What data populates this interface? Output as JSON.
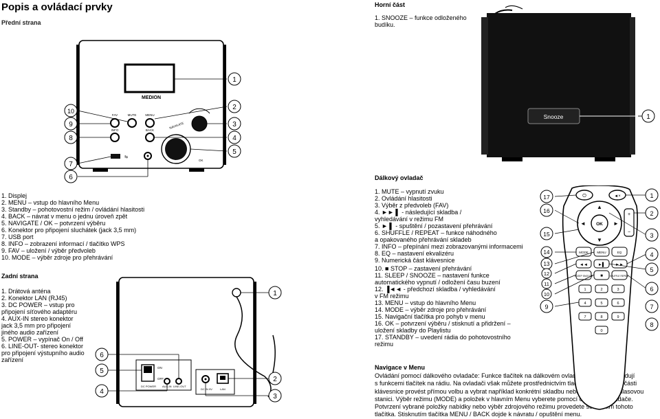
{
  "left": {
    "title": "Popis a ovládací prvky",
    "front_heading": "Přední strana",
    "front_items": [
      "1. Displej",
      "2. MENU – vstup do hlavního Menu",
      "3. Standby – pohotovostní režim / ovládání hlasitosti",
      "4. BACK – návrat v menu o jednu úroveň zpět",
      "5. NAVIGATE / OK – potvrzení výběru",
      "6. Konektor pro připojení sluchátek (jack 3,5 mm)",
      "7. USB port",
      "8. INFO – zobrazení informací / tlačítko WPS",
      "9. FAV – uložení / výběr předvoleb",
      "10. MODE – výběr zdroje pro přehrávání"
    ],
    "rear_heading": "Zadní strana",
    "rear_items": [
      "1. Drátová anténa",
      "2. Konektor LAN (RJ45)",
      "3. DC POWER – vstup pro",
      "připojení síťového adaptéru",
      "4. AUX-IN stereo konektor",
      "jack 3,5 mm pro připojení",
      "jiného audio zařízení",
      "5. POWER – vypínač On / Off",
      "6. LINE-OUT- stereo konektor",
      "pro připojení výstupního audio",
      "zařízení"
    ]
  },
  "right": {
    "top_heading": "Horní část",
    "top_items": [
      "1. SNOOZE – funkce odloženého",
      "budíku."
    ],
    "remote_heading": "Dálkový ovladač",
    "remote_items": [
      "1. MUTE – vypnutí zvuku",
      "2. Ovládání hlasitosti",
      "3. Výběr z předvoleb (FAV)",
      "4. ►► ▌ - následující skladba /",
      "vyhledávání v režimu FM",
      "5. ► ▌ - spuštění / pozastavení přehrávání",
      "6. SHUFFLE / REPEAT – funkce náhodného",
      "a opakovaného přehrávání skladeb",
      "7. INFO – přepínání mezi zobrazovanými informacemi",
      "8. EQ – nastavení ekvalizéru",
      "9. Numerická část klávesnice",
      "10. ■ STOP – zastavení přehrávání",
      "11. SLEEP / SNOOZE – nastavení funkce",
      "automatického vypnutí / odložení času buzení",
      "12. ▐◄◄ - předchozí skladba / vyhledávání",
      "v FM režimu",
      "13. MENU – vstup do hlavního Menu",
      "14. MODE – výběr zdroje pro přehrávání",
      "15. Navigační tlačítka pro pohyb v menu",
      "16. OK – potvrzení výběru / stisknutí a přidržení –",
      "uložení skladby do Playlistu",
      "17. STANDBY – uvedení rádia do pohotovostního",
      "režimu"
    ],
    "nav_heading": "Navigace v Menu",
    "nav_lines": [
      "Ovládání pomocí dálkového ovladače: Funkce tlačítek na dálkovém ovladači plně korespondují",
      "s funkcemi tlačítek na rádiu. Na ovladači však můžete prostřednictvím tlačítek v numerické části",
      "klávesnice provést přímou volbu a vybrat například konkrétní skladbu nebo oblíbenou rozhlasovou",
      "stanici. Výběr režimu (MODE) a položek v hlavním Menu vyberete pomocí otočného ovladače.",
      "Potvrzení vybrané položky nabídky nebo výběr zdrojového režimu provedete stisknutím tohoto",
      "tlačítka. Stisknutím tlačítka MENU / BACK dojde k návratu / opuštění menu."
    ]
  },
  "figures": {
    "front": {
      "brand": "MEDION",
      "buttons": [
        "FAV",
        "MUTE",
        "MENU",
        "INFO",
        "BACK",
        "NAVIGATE",
        "OK"
      ],
      "callouts": [
        "1",
        "2",
        "3",
        "4",
        "5",
        "6",
        "7",
        "8",
        "9",
        "10"
      ]
    },
    "top": {
      "button": "Snooze",
      "callouts": [
        "1"
      ]
    },
    "rear": {
      "labels": [
        "ON",
        "OFF",
        "DC POWER",
        "AUX-IN",
        "LINE-OUT",
        "DC IN 9V",
        "LAN"
      ],
      "callouts": [
        "1",
        "2",
        "3",
        "4",
        "5",
        "6"
      ]
    },
    "remote": {
      "buttons": [
        "OK",
        "MODE",
        "MENU",
        "EQ",
        "SLEEP SNOOZE",
        "SHUFFLE REPEAT",
        "1",
        "2",
        "3",
        "4",
        "5",
        "6",
        "7",
        "8",
        "9",
        "0"
      ],
      "callouts": [
        "1",
        "2",
        "3",
        "4",
        "5",
        "6",
        "7",
        "8",
        "9",
        "10",
        "11",
        "12",
        "13",
        "14",
        "15",
        "16",
        "17"
      ]
    }
  }
}
